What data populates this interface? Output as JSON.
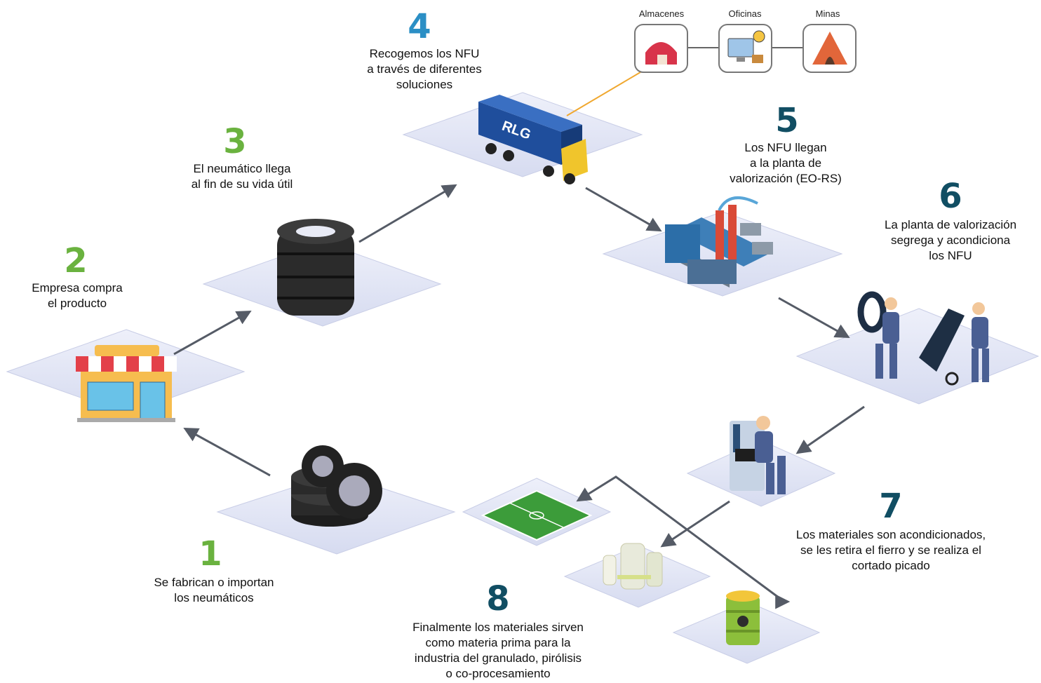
{
  "steps": [
    {
      "number": "1",
      "lines": [
        "Se fabrican o importan",
        "los neumáticos"
      ]
    },
    {
      "number": "2",
      "lines": [
        "Empresa compra",
        "el producto"
      ]
    },
    {
      "number": "3",
      "lines": [
        "El neumático llega",
        "al fin de su vida útil"
      ]
    },
    {
      "number": "4",
      "lines": [
        "Recogemos los NFU",
        "a través de diferentes",
        "soluciones"
      ]
    },
    {
      "number": "5",
      "lines": [
        "Los NFU llegan",
        "a la planta de",
        "valorización (EO-RS)"
      ]
    },
    {
      "number": "6",
      "lines": [
        "La planta de valorización",
        "segrega y acondiciona",
        "los NFU"
      ]
    },
    {
      "number": "7",
      "lines": [
        "Los materiales son acondicionados,",
        "se les retira el fierro y se realiza el",
        "cortado picado"
      ]
    },
    {
      "number": "8",
      "lines": [
        "Finalmente los materiales sirven",
        "como materia prima para la",
        "industria del granulado, pirólisis",
        "o co-procesamiento"
      ]
    }
  ],
  "sources": [
    {
      "label": "Almacenes"
    },
    {
      "label": "Oficinas"
    },
    {
      "label": "Minas"
    }
  ],
  "truck_logo": "RLG",
  "colors": {
    "green": "#6ab23f",
    "blue": "#2b8fc5",
    "teal": "#114e63",
    "platform": "#e3e7f6",
    "arrow": "#555b66",
    "connector": "#f0a830"
  }
}
